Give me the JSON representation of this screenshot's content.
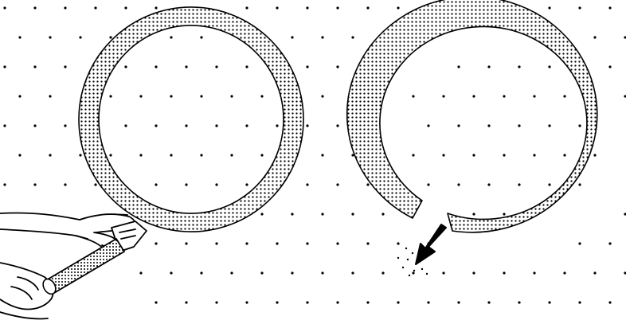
{
  "figure": {
    "panels": [
      {
        "id": "left",
        "depicts": "ring-held-by-hand-with-tool"
      },
      {
        "id": "right",
        "depicts": "ring-with-gap-and-outflow-arrow"
      }
    ],
    "colors": {
      "background": "#ffffff",
      "ink": "#000000",
      "ring_fill": "#cfcfcf"
    },
    "icons": [
      "hand-icon",
      "tool-icon",
      "arrow-icon"
    ]
  }
}
